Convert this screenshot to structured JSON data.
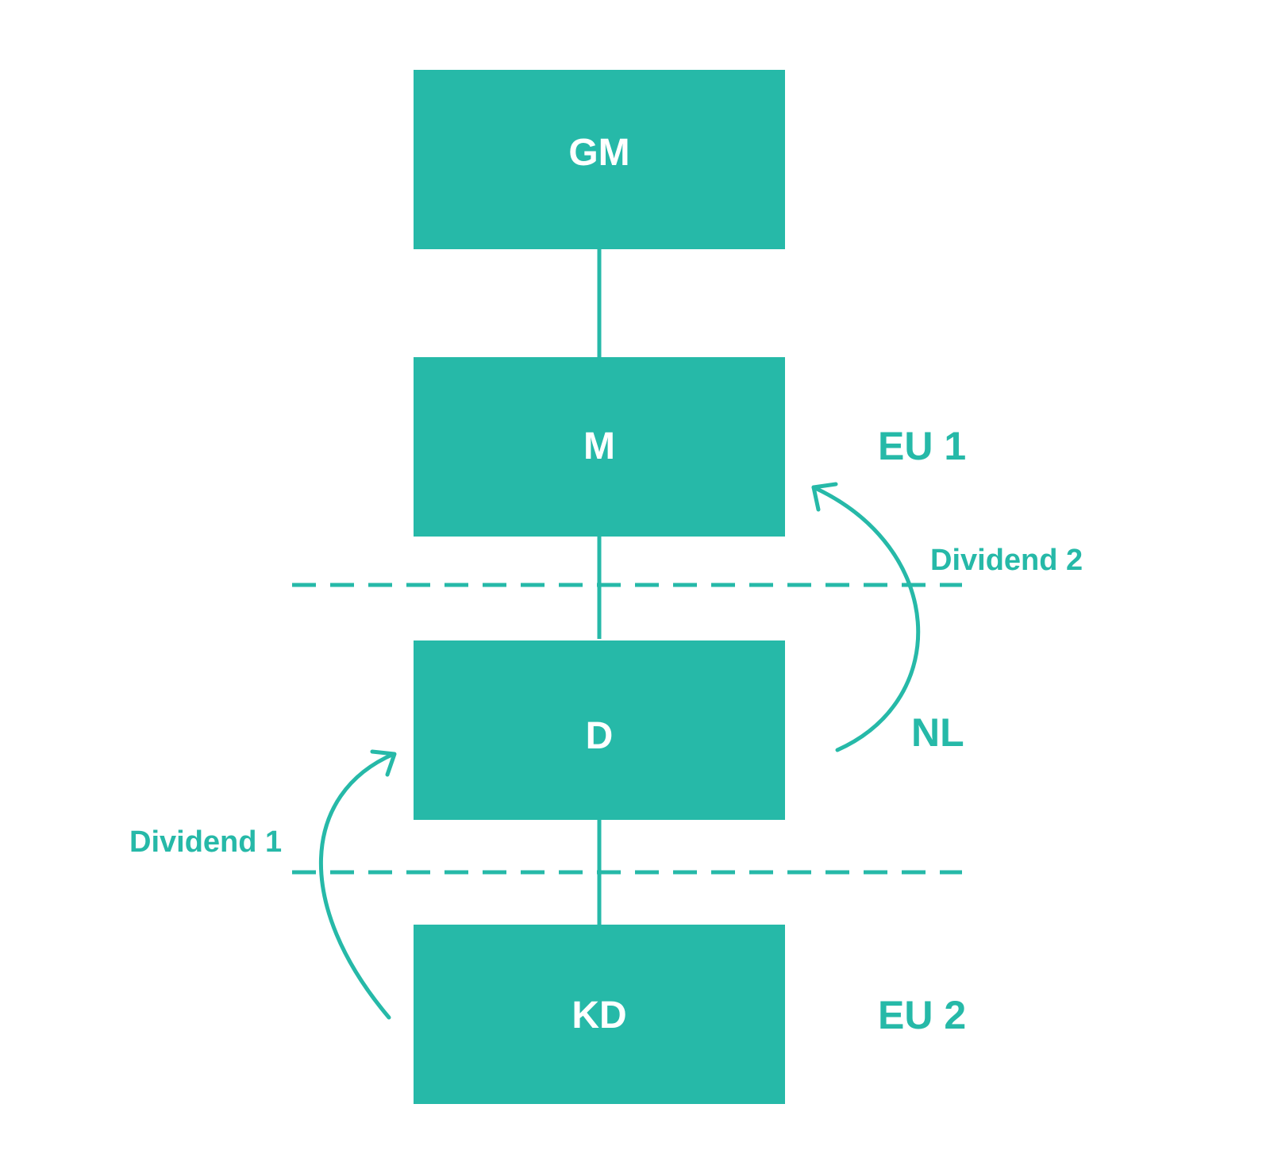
{
  "colors": {
    "accent": "#26b9a8",
    "box_text": "#ffffff",
    "background": "#ffffff"
  },
  "entities": [
    {
      "id": "gm",
      "label": "GM"
    },
    {
      "id": "m",
      "label": "M"
    },
    {
      "id": "d",
      "label": "D"
    },
    {
      "id": "kd",
      "label": "KD"
    }
  ],
  "regions": [
    {
      "id": "eu1",
      "label": "EU 1"
    },
    {
      "id": "nl",
      "label": "NL"
    },
    {
      "id": "eu2",
      "label": "EU 2"
    }
  ],
  "flows": [
    {
      "id": "dividend-1",
      "label": "Dividend 1",
      "from": "KD",
      "to": "D"
    },
    {
      "id": "dividend-2",
      "label": "Dividend 2",
      "from": "D",
      "to": "M"
    }
  ]
}
